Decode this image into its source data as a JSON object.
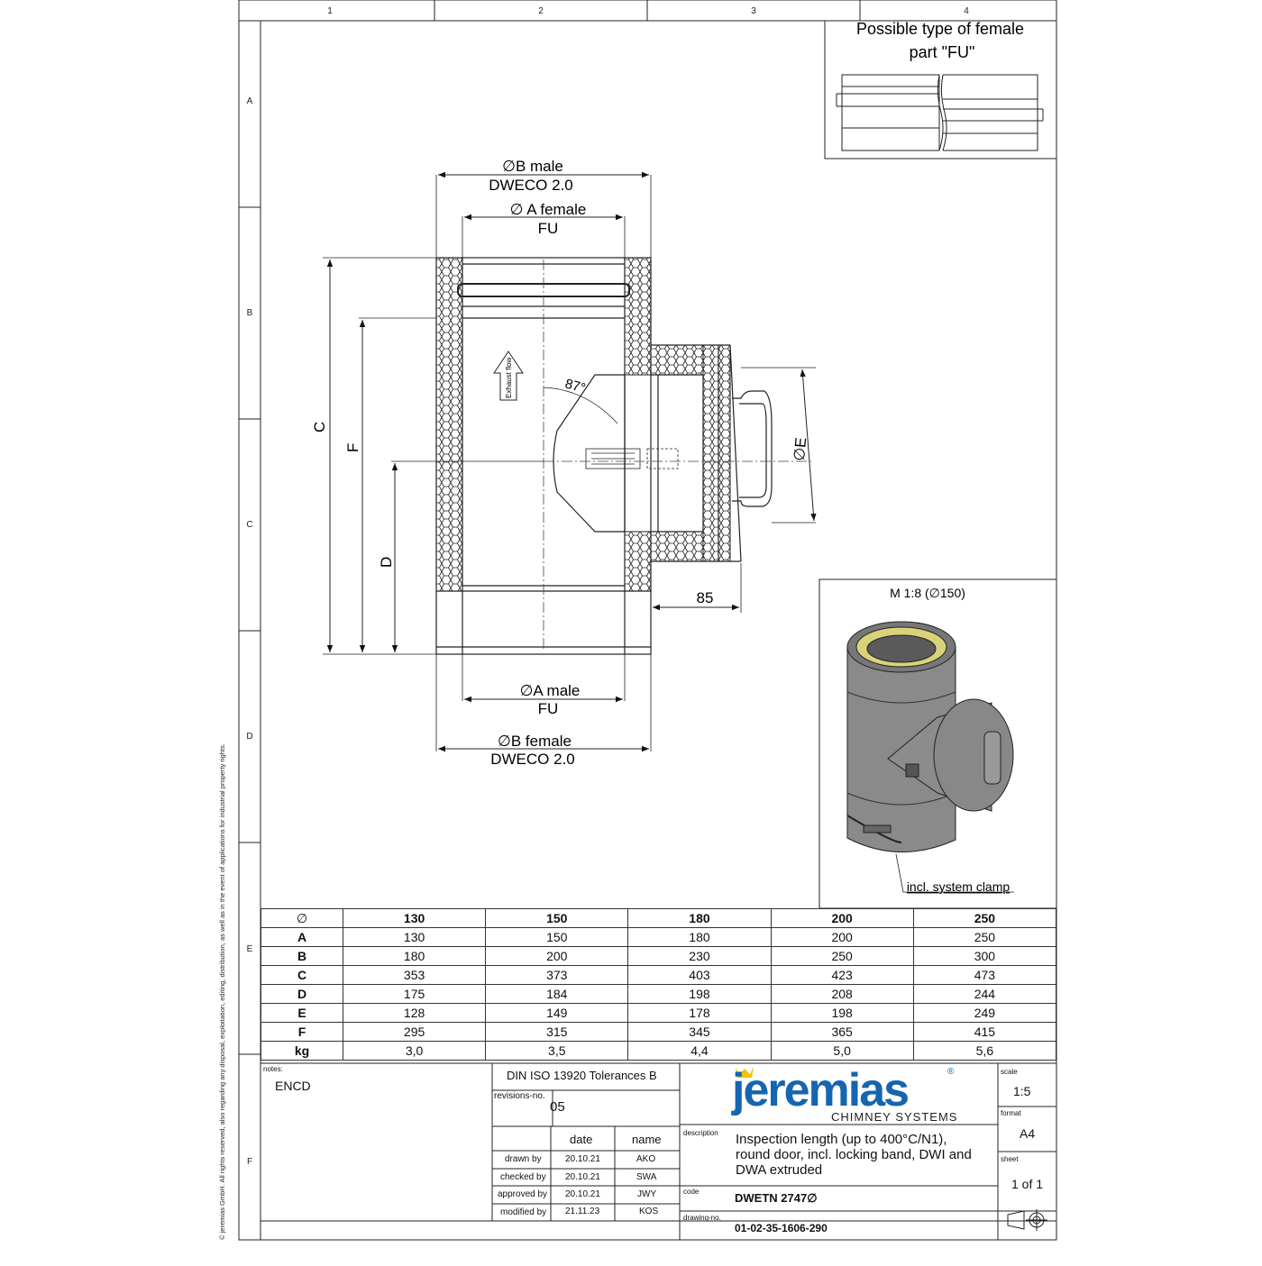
{
  "frame": {
    "columns": [
      "1",
      "2",
      "3",
      "4"
    ],
    "rows": [
      "A",
      "B",
      "C",
      "D",
      "E",
      "F"
    ]
  },
  "copyright": "© jeremias GmbH. All rights reserved, also regarding any disposal, exploitation, editing, distribution, as well as in the event of applications for industrial property rights.",
  "female_part": {
    "title_line1": "Possible type of female",
    "title_line2": "part \"FU\""
  },
  "drawing": {
    "b_male": "∅B male",
    "dweco_top": "DWECO 2.0",
    "a_female": "∅ A   female",
    "fu_top": "FU",
    "exhaust_flow": "Exhaust flow",
    "angle": "87°",
    "dim_c": "C",
    "dim_f": "F",
    "dim_d": "D",
    "dim_e": "∅E",
    "dim_85": "85",
    "a_male": "∅A  male",
    "fu_bottom": "FU",
    "b_female": "∅B female",
    "dweco_bottom": "DWECO 2.0"
  },
  "iso_view": {
    "scale_label": "M 1:8 (∅150)",
    "clamp_label": "incl. system clamp"
  },
  "dimension_table": {
    "header": [
      "∅",
      "130",
      "150",
      "180",
      "200",
      "250"
    ],
    "rows": [
      {
        "label": "A",
        "values": [
          "130",
          "150",
          "180",
          "200",
          "250"
        ]
      },
      {
        "label": "B",
        "values": [
          "180",
          "200",
          "230",
          "250",
          "300"
        ]
      },
      {
        "label": "C",
        "values": [
          "353",
          "373",
          "403",
          "423",
          "473"
        ]
      },
      {
        "label": "D",
        "values": [
          "175",
          "184",
          "198",
          "208",
          "244"
        ]
      },
      {
        "label": "E",
        "values": [
          "128",
          "149",
          "178",
          "198",
          "249"
        ]
      },
      {
        "label": "F",
        "values": [
          "295",
          "315",
          "345",
          "365",
          "415"
        ]
      },
      {
        "label": "kg",
        "values": [
          "3,0",
          "3,5",
          "4,4",
          "5,0",
          "5,6"
        ]
      }
    ]
  },
  "title_block": {
    "notes_label": "notes:",
    "notes_value": "ENCD",
    "tolerances": "DIN ISO 13920 Tolerances B",
    "revisions_label": "revisions-no.",
    "revisions_value": "05",
    "date_header": "date",
    "name_header": "name",
    "drawn_by": {
      "label": "drawn by",
      "date": "20.10.21",
      "name": "AKO"
    },
    "checked_by": {
      "label": "checked by",
      "date": "20.10.21",
      "name": "SWA"
    },
    "approved_by": {
      "label": "approved by",
      "date": "20.10.21",
      "name": "JWY"
    },
    "modified_by": {
      "label": "modified by",
      "date": "21.11.23",
      "name": "KOS"
    },
    "logo_text": "jeremias",
    "logo_reg": "®",
    "logo_sub": "CHIMNEY SYSTEMS",
    "description_label": "description",
    "description_line1": "Inspection length (up to 400°C/N1),",
    "description_line2": "round door, incl. locking band, DWI and",
    "description_line3": "DWA extruded",
    "code_label": "code",
    "code_value": "DWETN 2747∅",
    "drawing_no_label": "drawing-no.",
    "drawing_no_value": "01-02-35-1606-290",
    "scale_label": "scale",
    "scale_value": "1:5",
    "format_label": "format",
    "format_value": "A4",
    "sheet_label": "sheet",
    "sheet_value": "1 of 1"
  },
  "colors": {
    "line": "#222222",
    "logo_blue": "#1565b0",
    "logo_crown": "#f2c300",
    "iso_body": "#8a8a8a",
    "iso_insulation": "#d9d27a"
  }
}
